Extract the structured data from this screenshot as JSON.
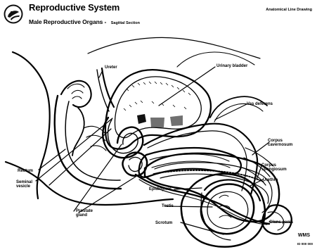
{
  "header": {
    "title": "Reproductive System",
    "subtitle": "Male Reproductive Organs -",
    "subtitle_note": "Sagittal Section",
    "credit": "Anatomical Line Drawing"
  },
  "labels": {
    "ureter": "Ureter",
    "urinary_bladder": "Urinary bladder",
    "vas_deferens": "Vas deferens",
    "corpus_cavernosum_1": "Corpus",
    "corpus_cavernosum_2": "cavernosum",
    "corpus_spongiosum_1": "Corpus",
    "corpus_spongiosum_2": "spongiosum",
    "urethra": "Urethra",
    "rectum": "Rectum",
    "seminal_vesicle_1": "Seminal",
    "seminal_vesicle_2": "vesicle",
    "epididymis": "Epididymis",
    "testis": "Testis",
    "prostate_gland_1": "Prostate",
    "prostate_gland_2": "gland",
    "scrotum": "Scrotum",
    "glans_penis": "Glans penis"
  },
  "footer": {
    "code": "WMS",
    "small": "ID 000 000"
  }
}
